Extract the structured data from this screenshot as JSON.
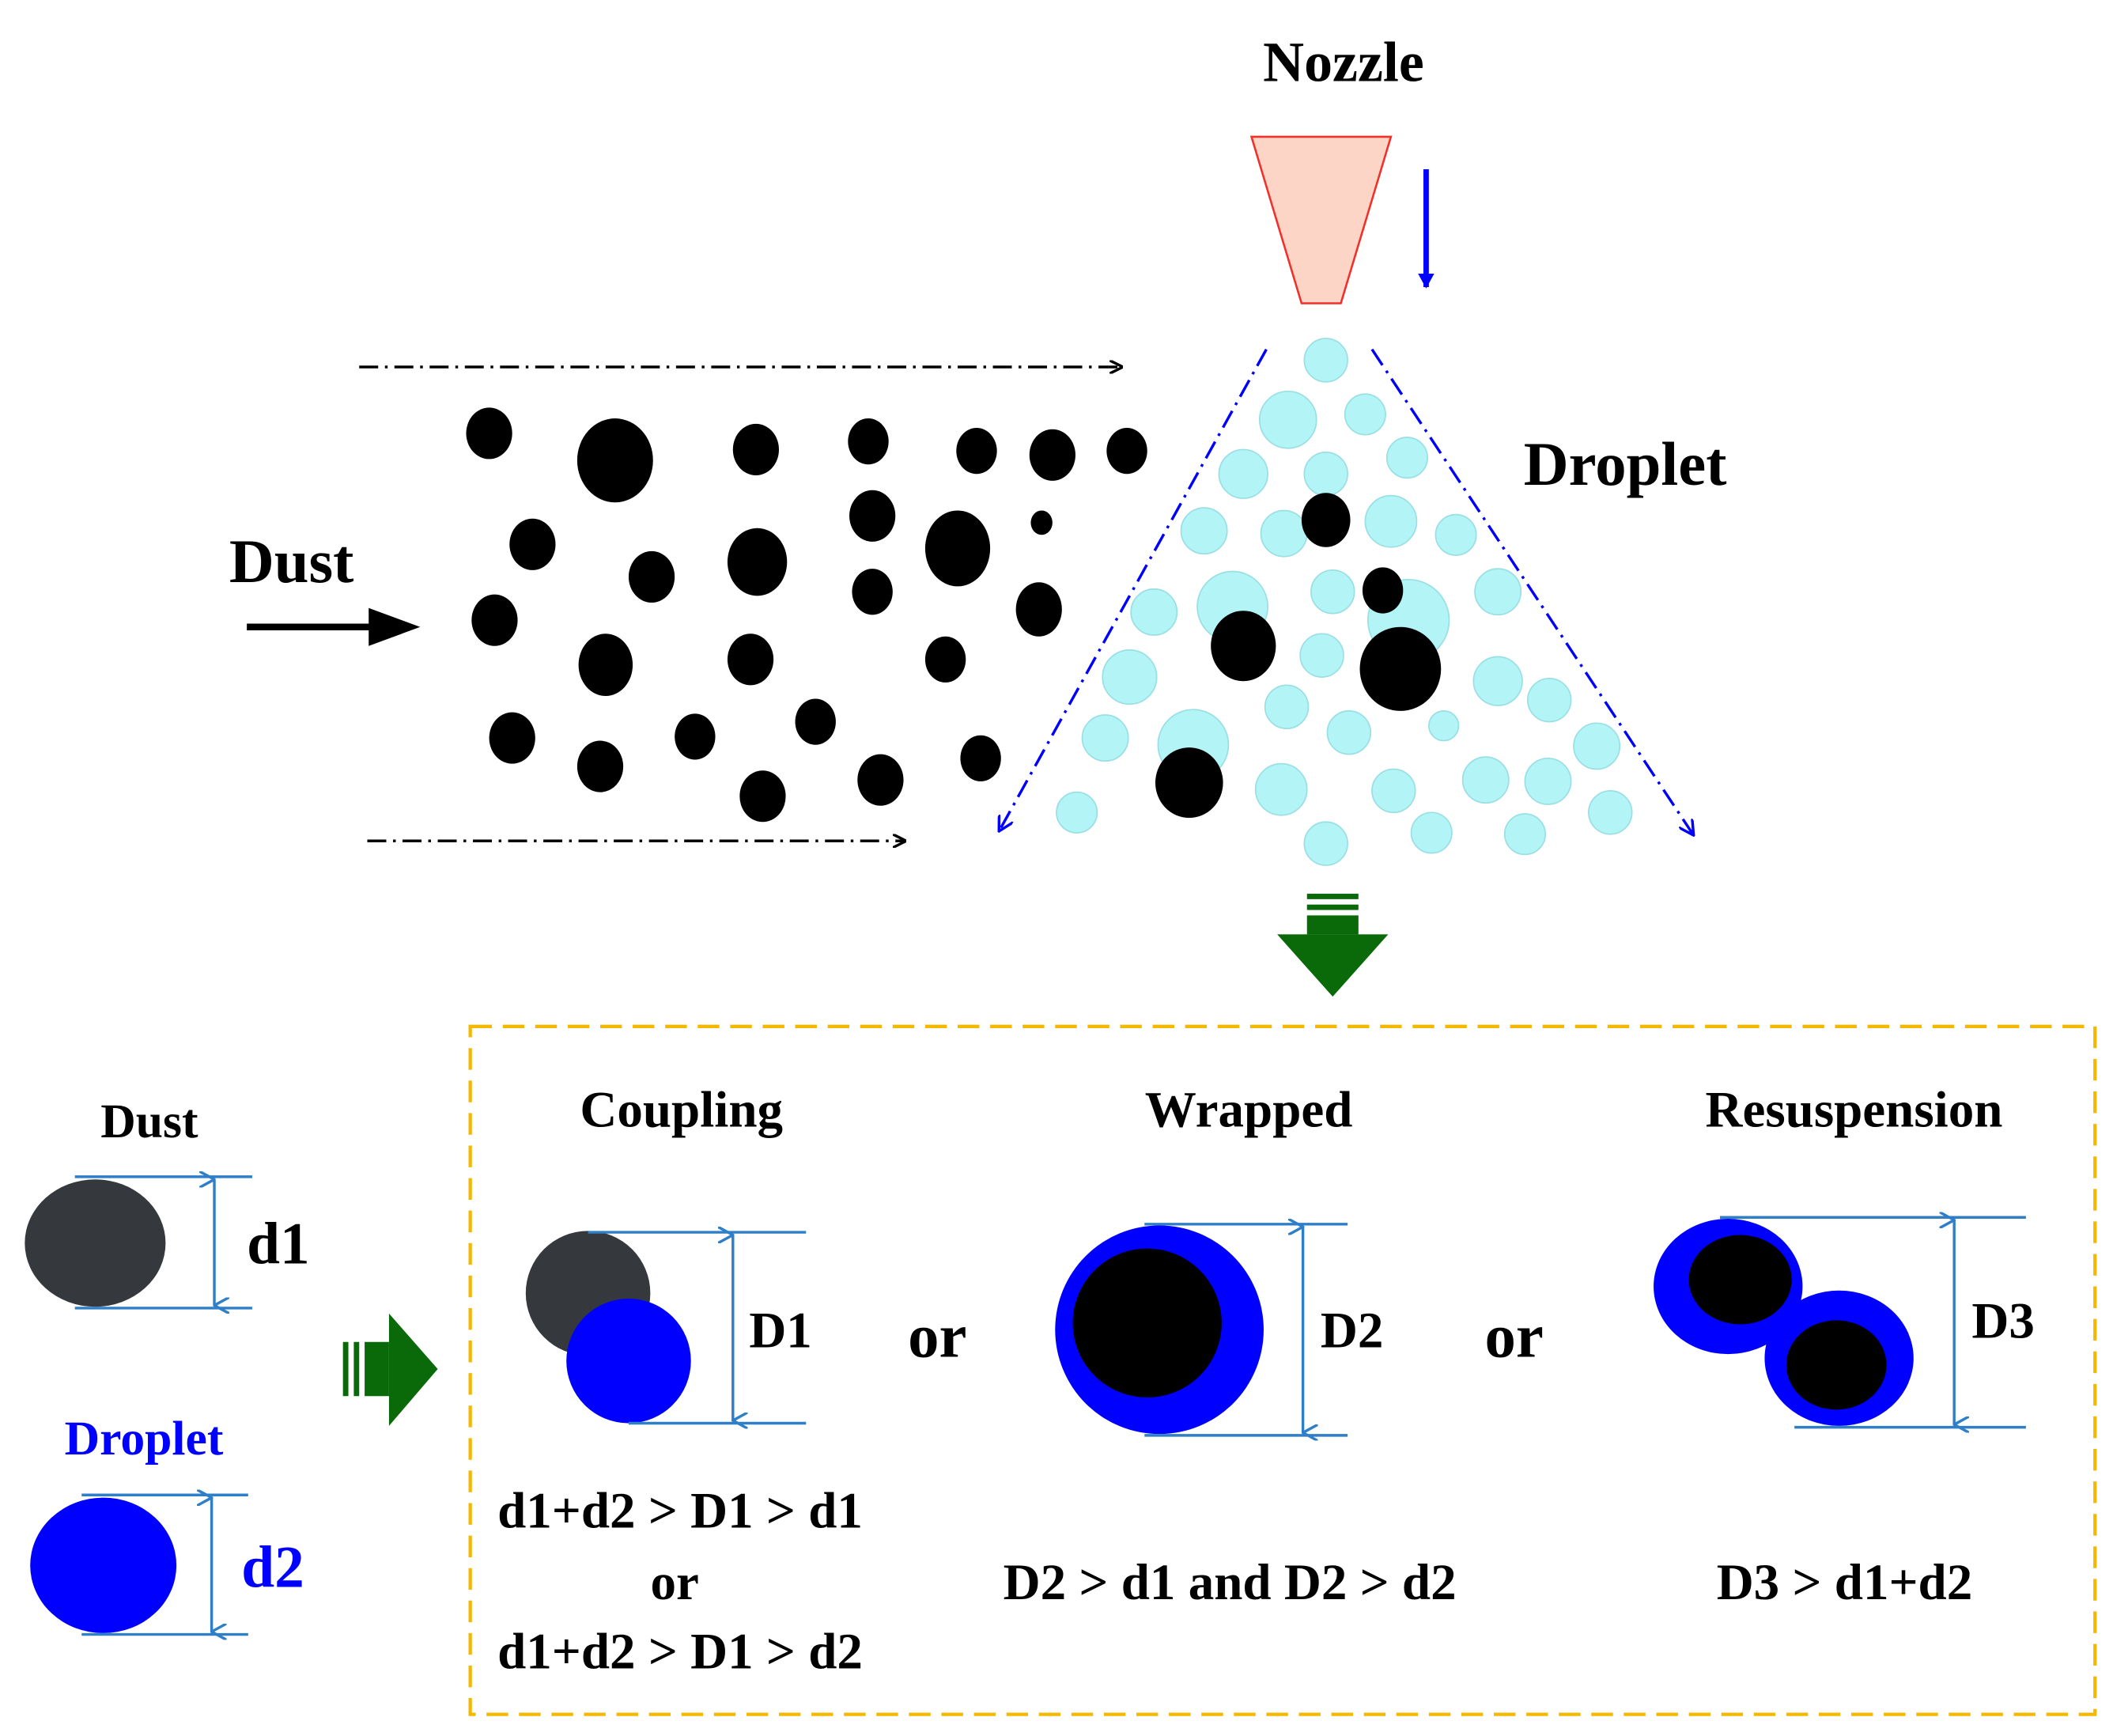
{
  "labels": {
    "nozzle": "Nozzle",
    "droplet_top": "Droplet",
    "dust_top": "Dust",
    "dust_legend": "Dust",
    "d1": "d1",
    "droplet_legend": "Droplet",
    "d2": "d2",
    "coupling": "Coupling",
    "wrapped": "Wrapped",
    "resuspension": "Resuspension",
    "D1": "D1",
    "D2": "D2",
    "D3": "D3",
    "or_1": "or",
    "or_2": "or",
    "coupling_cond_1": "d1+d2 > D1 > d1",
    "coupling_cond_or": "or",
    "coupling_cond_2": "d1+d2 > D1 > d2",
    "wrapped_cond": "D2 > d1 and D2 > d2",
    "resuspension_cond": "D3 > d1+d2"
  },
  "colors": {
    "dust": "#000000",
    "dust_legend": "#35383d",
    "droplet_light": "#b3f4f7",
    "droplet_blue": "#0000ff",
    "spray_line": "#0000ff",
    "nozzle_fill": "#fdd5c6",
    "nozzle_stroke": "#f0302a",
    "dimension": "#2f7fc8",
    "green_arrow": "#0a6a0a",
    "box_border": "#f5b800"
  }
}
